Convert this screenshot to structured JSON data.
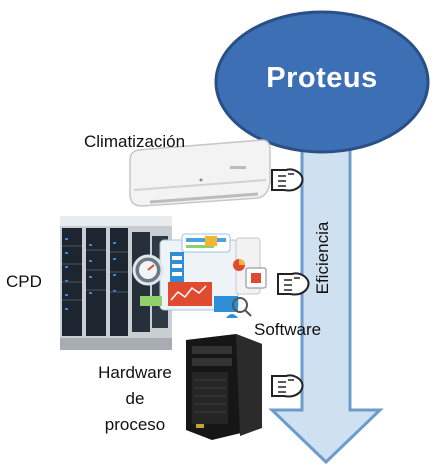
{
  "hub": {
    "label": "Proteus",
    "fill": "#3d6fb5",
    "stroke": "#2a4f86"
  },
  "flow": {
    "label": "Eficiencia",
    "fill": "#cfe0f1",
    "stroke": "#5d8fc4"
  },
  "sources": [
    {
      "label": "Climatización",
      "icon": "air-conditioner-icon"
    },
    {
      "label": "CPD",
      "icon": "server-rack-icon"
    },
    {
      "label": "Software",
      "icon": "software-dashboard-icon"
    },
    {
      "label_lines": [
        "Hardware",
        "de",
        "proceso"
      ],
      "icon": "tower-computer-icon"
    }
  ],
  "connector_icon": "pointing-hand-icon"
}
